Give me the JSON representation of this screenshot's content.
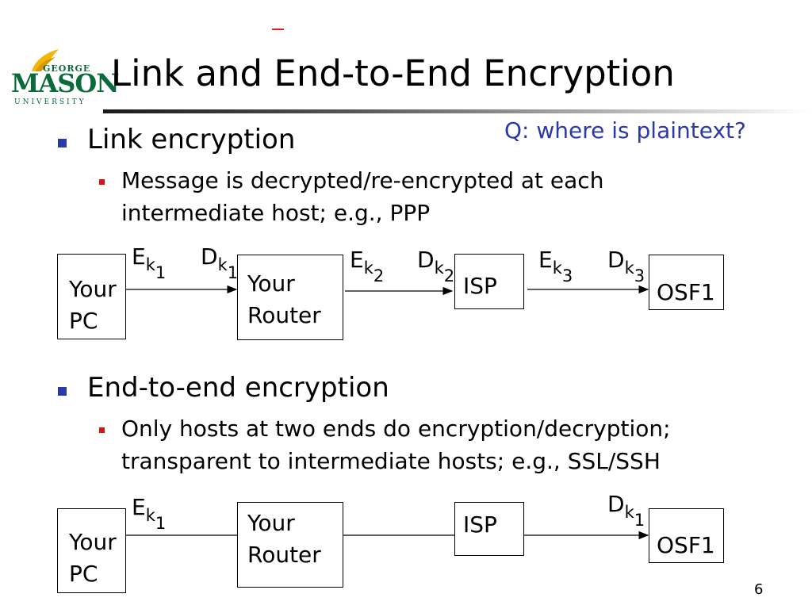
{
  "logo": {
    "line1": "GEORGE",
    "line2": "MASON",
    "line3": "UNIVERSITY"
  },
  "slide": {
    "title": "Link and End-to-End Encryption",
    "page_number": "6"
  },
  "question": "Q: where is plaintext?",
  "section1": {
    "heading": "Link encryption",
    "bullet_line1": "Message is decrypted/re-encrypted at each",
    "bullet_line2": "intermediate host; e.g., PPP"
  },
  "section2": {
    "heading": "End-to-end encryption",
    "bullet_line1": "Only hosts at two ends do encryption/decryption;",
    "bullet_line2": "transparent to intermediate hosts; e.g., SSL/SSH"
  },
  "diagram1": {
    "nodes": {
      "pc": "Your\nPC",
      "router": "Your\nRouter",
      "isp": "ISP",
      "osf1": "OSF1"
    },
    "keys": [
      {
        "op": "E",
        "k": "k",
        "n": "1"
      },
      {
        "op": "D",
        "k": "k",
        "n": "1"
      },
      {
        "op": "E",
        "k": "k",
        "n": "2"
      },
      {
        "op": "D",
        "k": "k",
        "n": "2"
      },
      {
        "op": "E",
        "k": "k",
        "n": "3"
      },
      {
        "op": "D",
        "k": "k",
        "n": "3"
      }
    ]
  },
  "diagram2": {
    "nodes": {
      "pc": "Your\nPC",
      "router": "Your\nRouter",
      "isp": "ISP",
      "osf1": "OSF1"
    },
    "keys": [
      {
        "op": "E",
        "k": "k",
        "n": "1"
      },
      {
        "op": "D",
        "k": "k",
        "n": "1"
      }
    ]
  }
}
